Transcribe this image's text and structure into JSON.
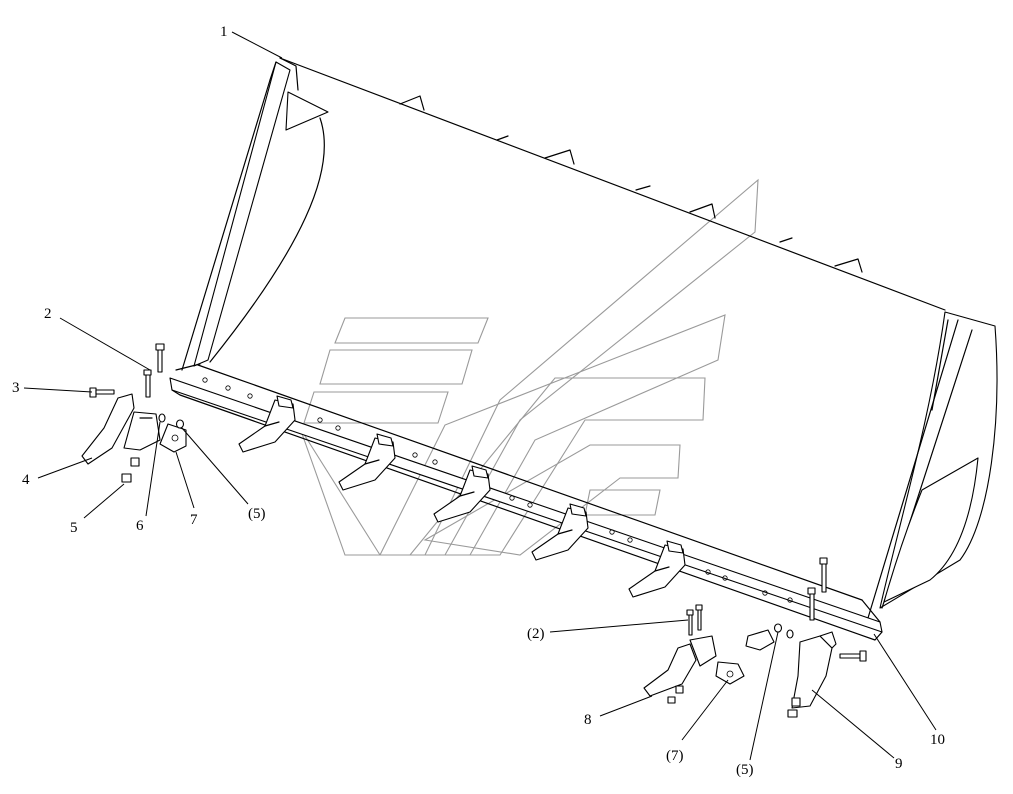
{
  "callouts": [
    {
      "id": "c1",
      "text": "1"
    },
    {
      "id": "c2",
      "text": "2"
    },
    {
      "id": "c3",
      "text": "3"
    },
    {
      "id": "c4",
      "text": "4"
    },
    {
      "id": "c5",
      "text": "5"
    },
    {
      "id": "c6",
      "text": "6"
    },
    {
      "id": "c7",
      "text": "7"
    },
    {
      "id": "c5b",
      "text": "(5)"
    },
    {
      "id": "c2b",
      "text": "(2)"
    },
    {
      "id": "c8",
      "text": "8"
    },
    {
      "id": "c7b",
      "text": "(7)"
    },
    {
      "id": "c5c",
      "text": "(5)"
    },
    {
      "id": "c9",
      "text": "9"
    },
    {
      "id": "c10",
      "text": "10"
    }
  ]
}
